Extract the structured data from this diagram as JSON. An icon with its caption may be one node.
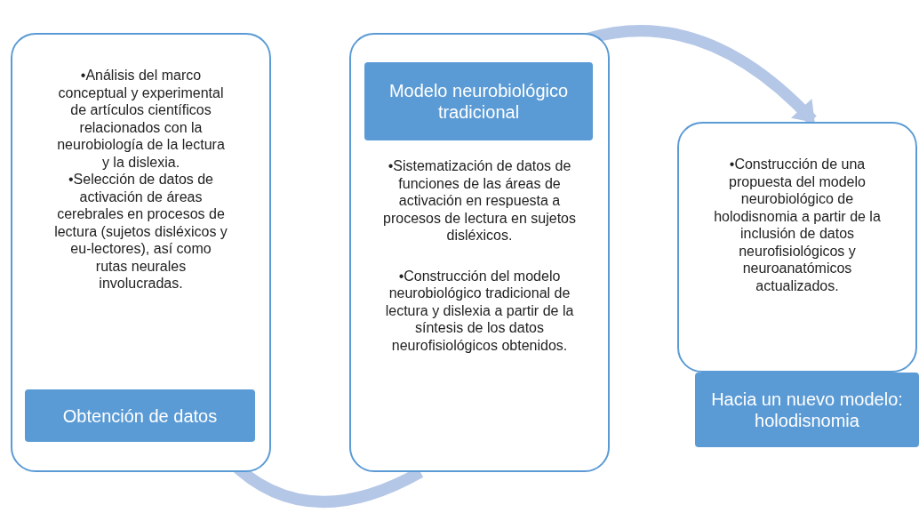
{
  "diagram": {
    "nodes": [
      {
        "text": [
          "•Análisis del marco conceptual y experimental de artículos científicos relacionados con la neurobiología de la lectura y la dislexia.",
          "•Selección de datos de activación de áreas cerebrales en procesos de lectura (sujetos disléxicos y eu-lectores), así como rutas neurales involucradas."
        ]
      },
      {
        "text": [
          "Obtención de datos"
        ],
        "in": 0
      },
      {
        "text": [
          "•Sistematización de datos de funciones de las áreas de activación en respuesta a procesos de lectura en sujetos disléxicos.",
          "•Construcción del modelo neurobiológico tradicional de lectura y dislexia a partir de la síntesis de los datos neurofisiológicos obtenidos."
        ]
      },
      {
        "text": [
          "Modelo neurobiológico tradicional"
        ],
        "in": 2
      },
      {
        "text": [
          "•Construcción de una propuesta del modelo neurobiológico de holodisnomia a partir de la inclusión de datos neurofisiológicos y neuroanatómicos actualizados."
        ]
      },
      {
        "text": [
          "Hacia un nuevo modelo: holodisnomia"
        ]
      }
    ],
    "edges": [
      {
        "from": 1,
        "to": 2,
        "arrow": "none"
      },
      {
        "from": 3,
        "to": 4,
        "arrow": "to"
      }
    ]
  }
}
